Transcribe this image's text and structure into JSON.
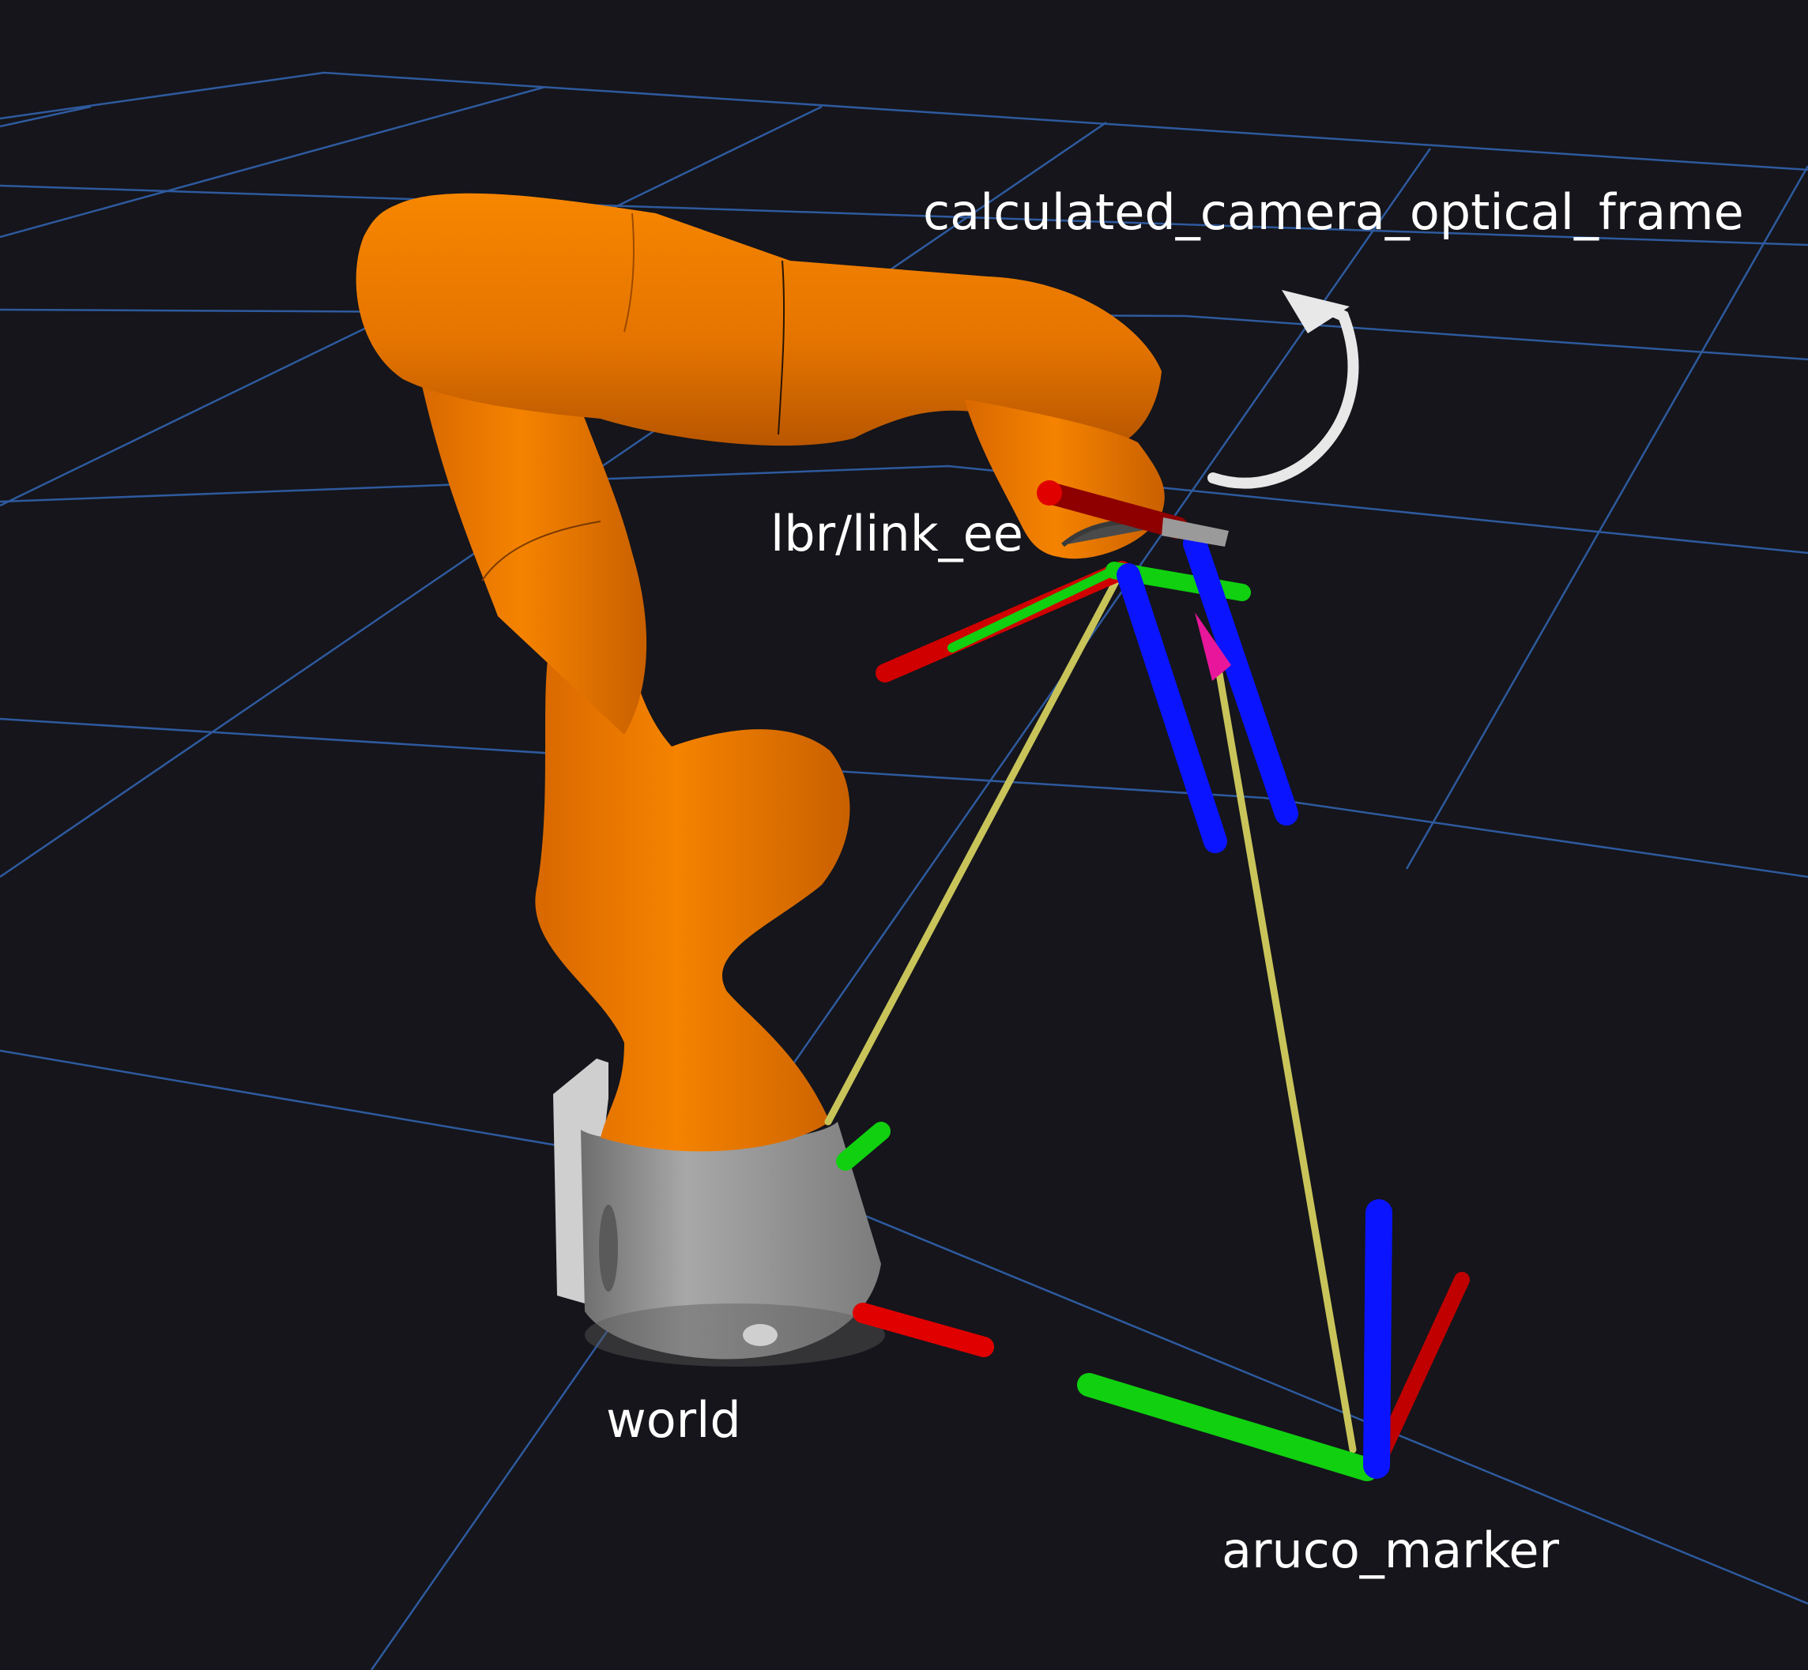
{
  "viewport": {
    "background_color": "#15151b",
    "grid_color": "#2e5a9e",
    "robot_color": "#f07d00",
    "base_color": "#9a9a9a",
    "connection_color": "#c9c45a",
    "axis_colors": {
      "x": "#e00000",
      "y": "#10d010",
      "z": "#0a14ff"
    },
    "arrow_color": "#e8e8e8",
    "pointer_color": "#e8169a"
  },
  "frames": {
    "camera": {
      "label": "calculated_camera_optical_frame"
    },
    "end_effector": {
      "label": "lbr/link_ee"
    },
    "world": {
      "label": "world"
    },
    "marker": {
      "label": "aruco_marker"
    }
  }
}
